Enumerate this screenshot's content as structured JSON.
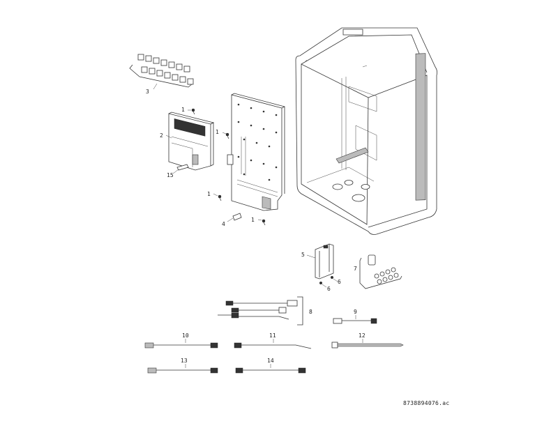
{
  "doc_ref": "8738894076.ac",
  "callouts": [
    "1",
    "1",
    "1",
    "1",
    "2",
    "3",
    "4",
    "5",
    "6",
    "6",
    "7",
    "8",
    "9",
    "10",
    "11",
    "12",
    "13",
    "14",
    "15"
  ]
}
